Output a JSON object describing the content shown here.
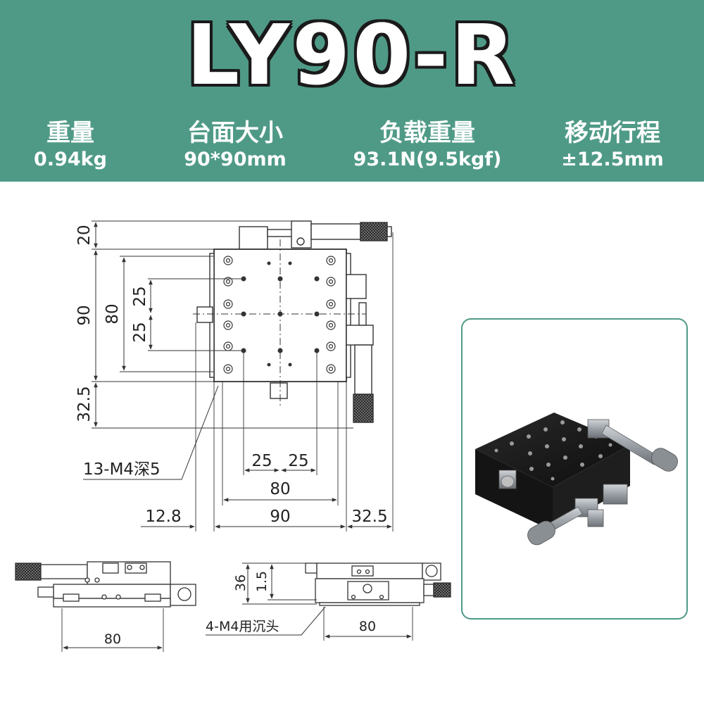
{
  "title": "LY90-R",
  "specs": [
    {
      "label": "重量",
      "value": "0.94kg"
    },
    {
      "label": "台面大小",
      "value": "90*90mm"
    },
    {
      "label": "负载重量",
      "value": "93.1N(9.5kgf)"
    },
    {
      "label": "移动行程",
      "value": "±12.5mm"
    }
  ],
  "dims": {
    "left_top": "20",
    "left_90": "90",
    "left_80": "80",
    "left_25a": "25",
    "left_25b": "25",
    "left_bottom": "32.5",
    "bottom_25a": "25",
    "bottom_25b": "25",
    "bottom_80": "80",
    "bottom_12_8": "12.8",
    "bottom_90": "90",
    "bottom_32_5": "32.5",
    "hole_note": "13-M4深5",
    "side_80": "80",
    "front_36": "36",
    "front_1_5": "1.5",
    "front_80": "80",
    "mount_note": "4-M4用沉头"
  },
  "colors": {
    "header": "#4f9a87",
    "title_fill": "#ffffff",
    "title_outline": "#1a1a1a"
  }
}
